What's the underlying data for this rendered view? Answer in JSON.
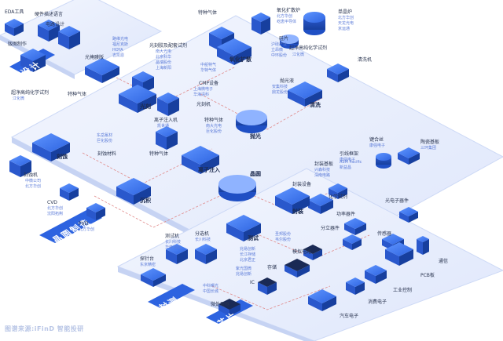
{
  "stages": [
    "设计",
    "晶圆制造",
    "封测",
    "芯片"
  ],
  "design": {
    "eda_tool": "EDA工具",
    "hdl": "硬件描述语言",
    "circuit_design": "电路设计",
    "layout": "版图制作",
    "wet_chem": "超净高纯化学试剂",
    "wet_chem_co": [
      "江化微"
    ],
    "special_gas": "特种气体"
  },
  "mask": {
    "photomask": "光掩膜版",
    "photomask_cos": [
      "路维光电",
      "福尼克斯",
      "HOYA",
      "吉凯恩"
    ],
    "photoresist": "光刻胶及配套试剂",
    "photoresist_cos": [
      "南大光电",
      "北京科华",
      "晶瑞股份",
      "上海新阳"
    ],
    "lithography": "光刻"
  },
  "gas": {
    "special_gas_top": "特种气体",
    "oxidation_furnace": "氧化扩散炉",
    "oxidation": "氧化扩散",
    "furnace_cos": [
      "北方华创",
      "屹唐半导体"
    ],
    "single_crystal_furnace": "单晶炉",
    "sc_cos": [
      "北方华创",
      "天龙光电",
      "京运通"
    ],
    "silicon_wafer": "硅片",
    "wafer_cos": [
      "沪硅产业",
      "立昂微",
      "中环股份"
    ],
    "gas_cos": [
      "中船特气",
      "华特气体"
    ],
    "wet_chem2": "超净高纯化学试剂",
    "wet_chem2_cos": [
      "江化微"
    ],
    "cleaning_machine": "清洗机",
    "cleaning": "清洗"
  },
  "fab": {
    "cmp_equipment": "CMP设备",
    "cmp_cos": [
      "上海微电子",
      "华海清科"
    ],
    "lithography_machine": "光刻机",
    "polishing_fluid": "抛光液",
    "polish_cos": [
      "安集科技",
      "鼎龙股份"
    ],
    "polishing": "抛光",
    "ion_implant_machine": "离子注入机",
    "ion_cos": [
      "凯世通"
    ],
    "special_gas3": "特种气体",
    "gas3_cos": [
      "南大光电",
      "巨化股份"
    ],
    "ion_implant": "离子注入",
    "etch_gas_cos": [
      "东岳氟材",
      "巨化股份"
    ],
    "etching_material": "刻蚀材料",
    "special_gas4": "特种气体",
    "etching": "刻蚀",
    "etching_machine": "刻蚀机",
    "etch_machine_cos": [
      "中微公司",
      "北方华创"
    ],
    "cvd": "CVD",
    "cvd_cos": [
      "北方华创",
      "沈阳拓荆"
    ],
    "pvd": "PVD",
    "pvd_cos": [
      "北方华创"
    ],
    "deposition": "沉积",
    "wafer": "晶圆"
  },
  "packaging": {
    "packaging_equipment": "封装设备",
    "packaging_eq_cos": [
      "ASM Pacific",
      "新益昌"
    ],
    "leadframe": "引线框架",
    "leadframe_cos": [
      "康强电子"
    ],
    "bonding_wire": "键合丝",
    "bonding_cos": [
      "康强电子"
    ],
    "ceramic_substrate": "陶瓷基板",
    "ceramic_cos": [
      "三环集团"
    ],
    "substrate": "封装基板",
    "substrate_cos": [
      "兴森科技",
      "深南电路"
    ],
    "packaging": "封装",
    "chemicals": "化学试剂",
    "test_machine": "测试机",
    "test_cos": [
      "长川科技",
      "华峰测控"
    ],
    "sorting": "分选机",
    "sorting_cos": [
      "长川科技"
    ],
    "probe": "探针台",
    "probe_cos": [
      "东京精密"
    ],
    "testing": "测试",
    "discrete": "分立器件",
    "power_device": "功率器件",
    "optical_device": "光电子器件",
    "sensor": "传感器",
    "pcb": "PCB板"
  },
  "chips": {
    "storage": "存储",
    "storage_cos": [
      "兆易创新",
      "长江存储",
      "北京君正"
    ],
    "analog": "模拟电路",
    "analog_cos": [
      "圣邦股份",
      "韦尔股份"
    ],
    "ic": "IC",
    "ic_cos": [
      "紫光国微",
      "兆易创新"
    ],
    "mpu": "微处理器",
    "mpu_cos": [
      "中科曙光",
      "中国长城"
    ],
    "communication": "通信",
    "industrial": "工业控制",
    "consumer": "消费电子",
    "automotive": "汽车电子"
  },
  "source": "图谱来源:iFinD 智能投研",
  "colors": {
    "accent": "#2f6ef0",
    "platform": "#e9effd",
    "platform_edge": "#c9d7f8",
    "block_top": "#3f7cf2",
    "block_side": "#1f4fc4",
    "stage_tag": "#2d63e0"
  }
}
